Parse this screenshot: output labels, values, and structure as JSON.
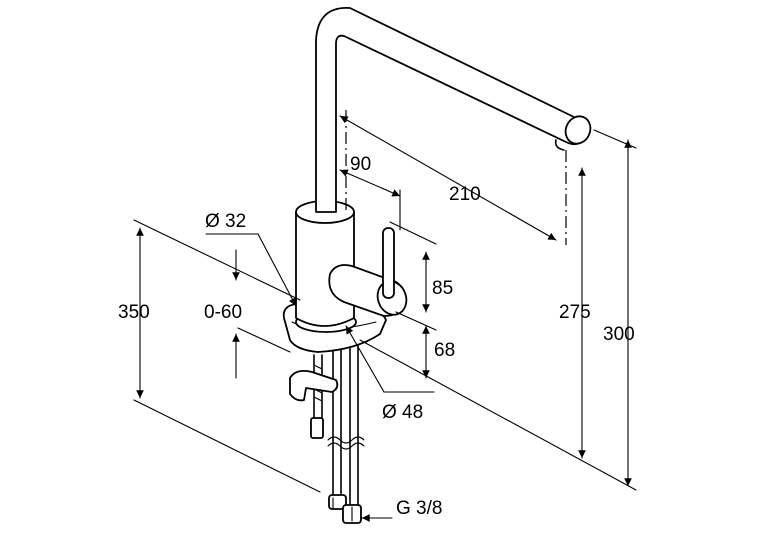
{
  "dimensions": {
    "spout_reach": "210",
    "swivel_angle": "90",
    "body_diameter": "Ø 32",
    "lever_height": "85",
    "base_height": "68",
    "base_diameter": "Ø 48",
    "countertop_thickness": "0-60",
    "overall_depth": "350",
    "outlet_height": "275",
    "total_height": "300",
    "connection_thread": "G 3/8"
  }
}
